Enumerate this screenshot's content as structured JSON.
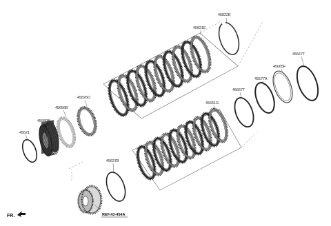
{
  "labels": {
    "p45822E": "45822E",
    "p45821E": "45821E",
    "p45667T_top": "45667T",
    "p45665F": "45665F",
    "p45577A": "45577A",
    "p45667T_mid": "45667T",
    "p45826D": "45826D",
    "p45656B": "45656B",
    "p45680B": "45680B",
    "p45621": "45621",
    "p45651G": "45651G",
    "p45637B": "45637B",
    "ref": "REF.43-454A",
    "fr": "FR."
  },
  "colors": {
    "line": "#333333",
    "disc_dark": "#2b2b2b",
    "disc_mid": "#777777",
    "disc_light": "#bdbdbd",
    "background": "#ffffff"
  },
  "icons": {
    "fr_arrow": "front-direction-arrow-icon"
  }
}
